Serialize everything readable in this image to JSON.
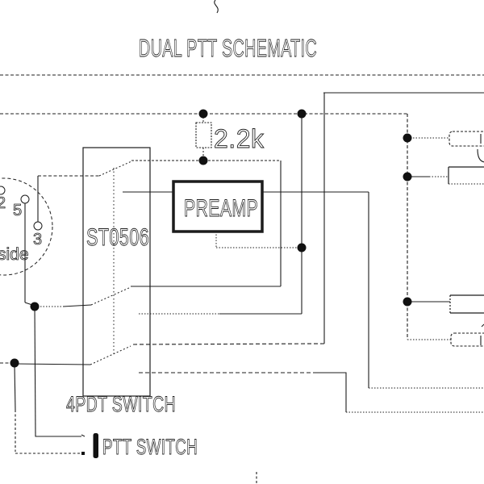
{
  "title": "DUAL PTT SCHEMATIC",
  "schematic": {
    "preamp_label": "PREAMP",
    "resistor_value": "2.2k",
    "switch_model": "ST0506",
    "switch_type_label": "4PDT SWITCH",
    "ptt_label": "PTT SWITCH",
    "connector": {
      "side_label": "side",
      "pins": [
        "2",
        "5",
        "3"
      ]
    }
  },
  "colors": {
    "ink": "#1c1c1c",
    "background": "#ffffff"
  }
}
